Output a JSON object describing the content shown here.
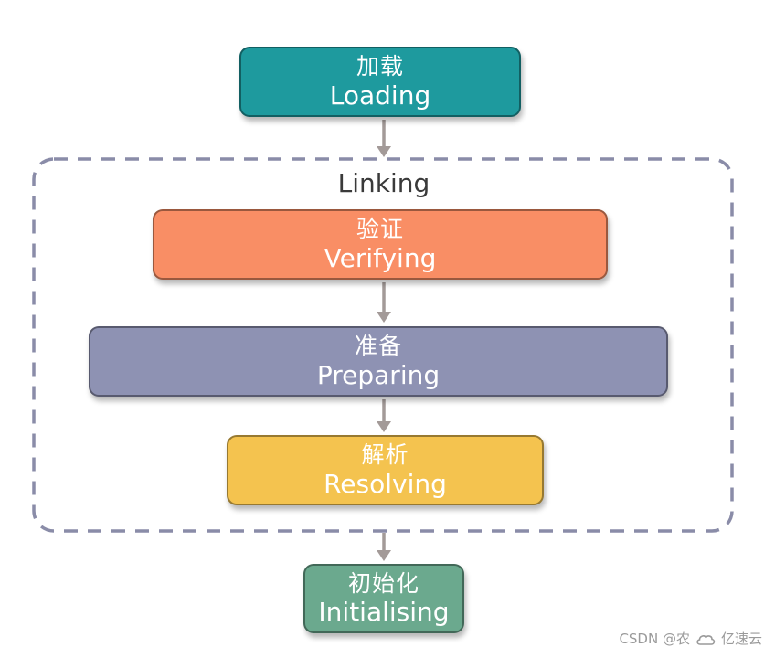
{
  "colors": {
    "loading": "#1E9A9E",
    "verifying": "#F98E65",
    "preparing": "#8E92B3",
    "resolving": "#F4C34F",
    "initialising": "#6BA98E",
    "frame": "#8A8CA8",
    "arrow": "#A39A98"
  },
  "group": {
    "label": "Linking"
  },
  "steps": {
    "loading": {
      "zh": "加载",
      "en": "Loading"
    },
    "verifying": {
      "zh": "验证",
      "en": "Verifying"
    },
    "preparing": {
      "zh": "准备",
      "en": "Preparing"
    },
    "resolving": {
      "zh": "解析",
      "en": "Resolving"
    },
    "initialising": {
      "zh": "初始化",
      "en": "Initialising"
    }
  },
  "watermark": {
    "source": "CSDN @农",
    "brand": "亿速云"
  }
}
